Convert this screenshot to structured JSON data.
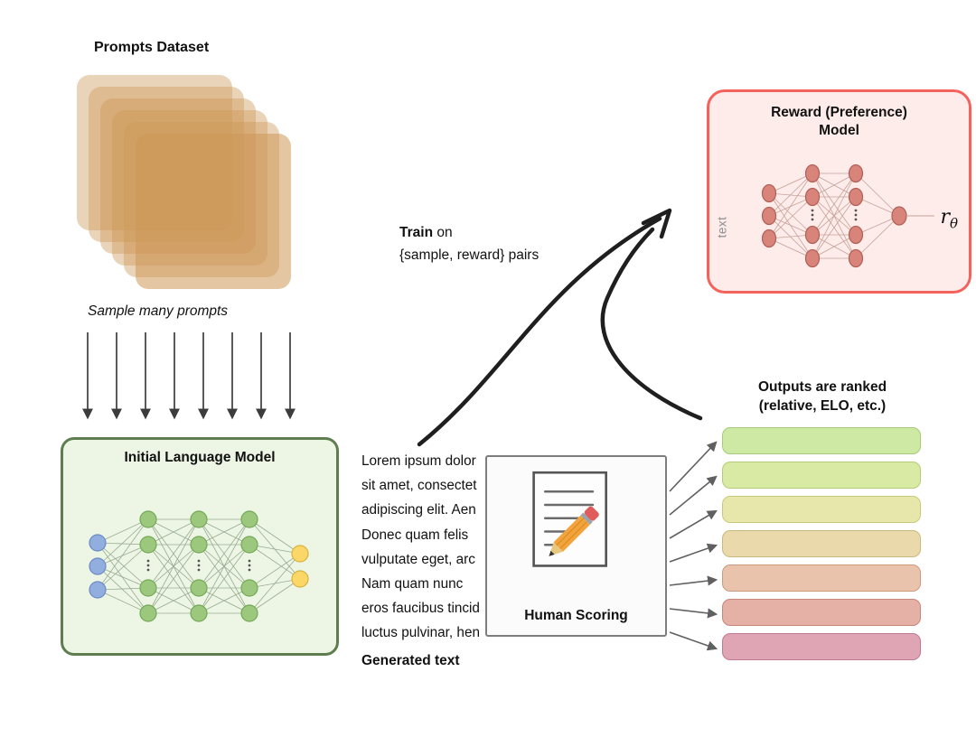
{
  "colors": {
    "dataset_square": "rgba(205,152,88,0.42)",
    "dataset_square_front": "rgba(205,152,88,0.55)",
    "initial_box_fill": "#edf6e5",
    "initial_box_border": "#5e7e50",
    "reward_box_fill": "#fdecea",
    "reward_box_border": "#f4635b",
    "human_box_fill": "#fbfbfb",
    "human_box_border": "#7d7d7d",
    "node_blue": "#92aede",
    "node_blue_border": "#6b8ac4",
    "node_green": "#9cc87e",
    "node_green_border": "#74a857",
    "node_yellow": "#fbd768",
    "node_yellow_border": "#d9b23f",
    "node_red": "#d8847b",
    "node_red_border": "#b05f55",
    "arrow_dark": "#1f1f1f",
    "arrow_gray": "#606060",
    "pencil_body": "#f2a33c",
    "pencil_eraser": "#e05c5c"
  },
  "prompts_dataset": {
    "title": "Prompts Dataset"
  },
  "sampling": {
    "label": "Sample many prompts"
  },
  "initial_model": {
    "title": "Initial Language Model"
  },
  "train": {
    "bold": "Train",
    "rest": " on",
    "line2": "{sample, reward} pairs"
  },
  "generated": {
    "lines": [
      "Lorem ipsum dolor",
      "sit amet, consectet",
      "adipiscing elit. Aen",
      "Donec quam felis",
      "vulputate eget, arc",
      "Nam quam nunc",
      "eros faucibus tincid",
      "luctus pulvinar, hen"
    ],
    "caption": "Generated text"
  },
  "human_scoring": {
    "title": "Human Scoring"
  },
  "reward_model": {
    "title_line1": "Reward (Preference)",
    "title_line2": "Model",
    "input_label": "text",
    "output_var": "r",
    "output_sub": "θ"
  },
  "outputs_ranked": {
    "title_line1": "Outputs are ranked",
    "title_line2": "(relative, ELO, etc.)",
    "bars": [
      {
        "rank": 1,
        "fill": "#cde9a4",
        "border": "#a6cc77"
      },
      {
        "rank": 2,
        "fill": "#d9eaa4",
        "border": "#b5cc77"
      },
      {
        "rank": 3,
        "fill": "#e7e7ab",
        "border": "#c9c97d"
      },
      {
        "rank": 4,
        "fill": "#e9d9ab",
        "border": "#ccb77d"
      },
      {
        "rank": 5,
        "fill": "#e9c3ab",
        "border": "#cc9b7d"
      },
      {
        "rank": 6,
        "fill": "#e5b0a6",
        "border": "#c8857a"
      },
      {
        "rank": 7,
        "fill": "#e0a5b5",
        "border": "#c17a90"
      }
    ]
  }
}
